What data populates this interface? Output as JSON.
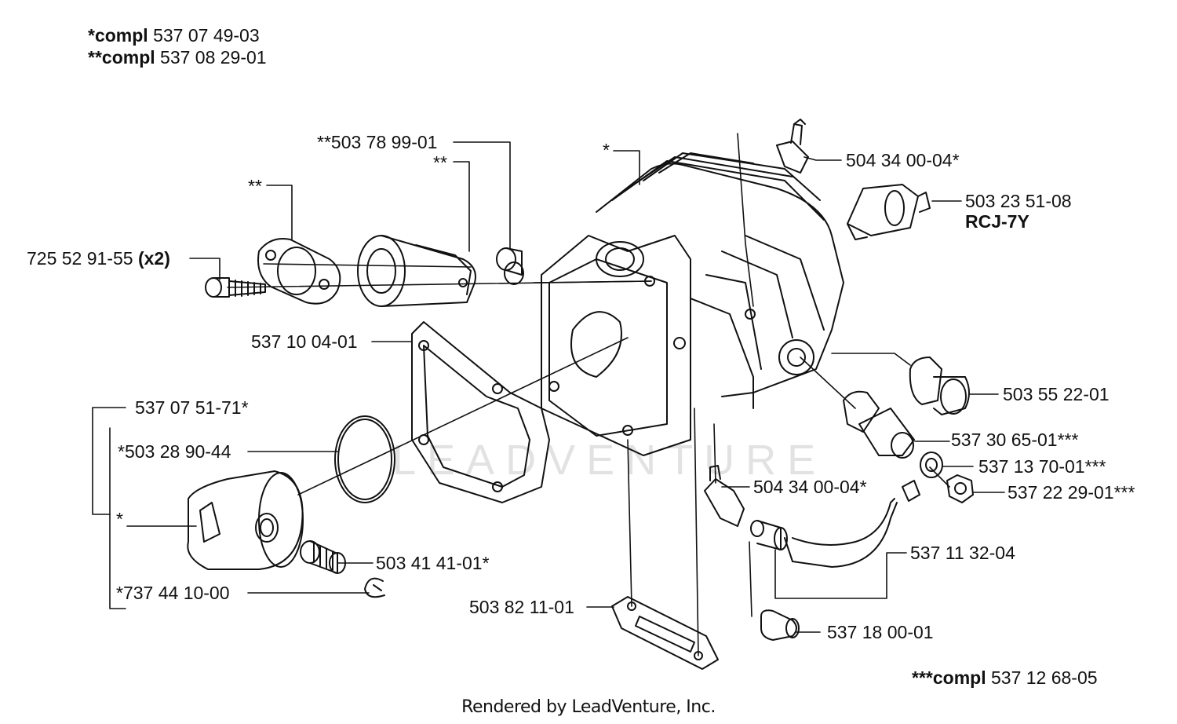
{
  "header": {
    "compl1_prefix": "*compl",
    "compl1_number": "537 07 49-03",
    "compl2_prefix": "**compl",
    "compl2_number": "537 08 29-01"
  },
  "labels": {
    "p_503789901": "**503 78 99-01",
    "p_star2_mid": "**",
    "p_star2_left": "**",
    "p_star_cyl": "*",
    "p_725529155": "725 52 91-55",
    "p_725529155_qty": "(x2)",
    "p_537100401": "537 10 04-01",
    "p_537075171": "537 07 51-71*",
    "p_503289044": "*503 28 90-44",
    "p_star_piston": "*",
    "p_737441000": "*737 44 10-00",
    "p_503414101": "503 41 41-01*",
    "p_503821101": "503 82 11-01",
    "p_504340004_top": "504 34 00-04*",
    "p_503235108": "503 23 51-08",
    "p_rcj7y": "RCJ-7Y",
    "p_503552201": "503 55 22-01",
    "p_537306501": "537 30 65-01***",
    "p_537137001": "537 13 70-01***",
    "p_537222901": "537 22 29-01***",
    "p_504340004_low": "504 34 00-04*",
    "p_537113204": "537 11 32-04",
    "p_537180001": "537 18 00-01"
  },
  "footer_compl": {
    "prefix": "***compl",
    "number": "537 12 68-05"
  },
  "watermark": "LEADVENTURE",
  "credit": "Rendered by LeadVenture, Inc."
}
